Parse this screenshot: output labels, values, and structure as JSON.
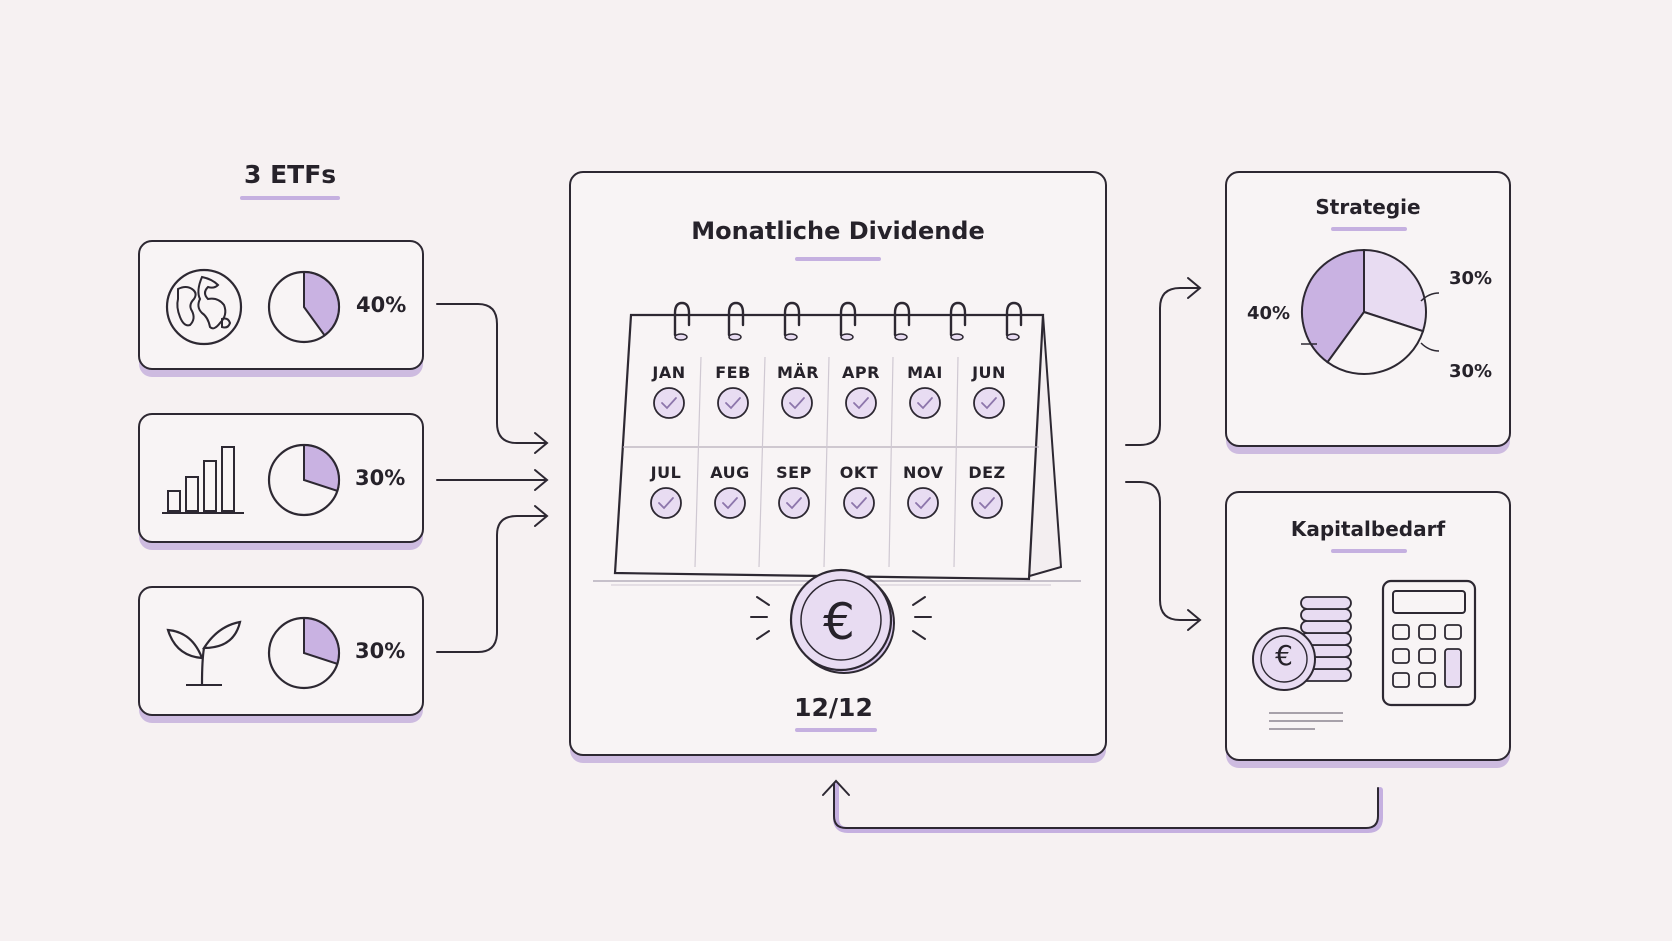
{
  "etfs": {
    "title": "3 ETFs",
    "items": [
      {
        "icon": "globe-icon",
        "percent": "40%",
        "share": 0.4
      },
      {
        "icon": "bar-chart-icon",
        "percent": "30%",
        "share": 0.3
      },
      {
        "icon": "sprout-icon",
        "percent": "30%",
        "share": 0.3
      }
    ]
  },
  "calendar": {
    "title": "Monatliche Dividende",
    "months_row1": [
      "JAN",
      "FEB",
      "MÄR",
      "APR",
      "MAI",
      "JUN"
    ],
    "months_row2": [
      "JUL",
      "AUG",
      "SEP",
      "OKT",
      "NOV",
      "DEZ"
    ],
    "counter": "12/12",
    "coin_symbol": "€"
  },
  "strategy": {
    "title": "Strategie",
    "slices": [
      {
        "label": "40%",
        "value": 40
      },
      {
        "label": "30%",
        "value": 30
      },
      {
        "label": "30%",
        "value": 30
      }
    ]
  },
  "capital": {
    "title": "Kapitalbedarf",
    "coin_symbol": "€"
  },
  "colors": {
    "accent": "#c9b2e2",
    "accent_light": "#e8dcf2",
    "stroke": "#2d2832",
    "background": "#f6f1f2"
  }
}
